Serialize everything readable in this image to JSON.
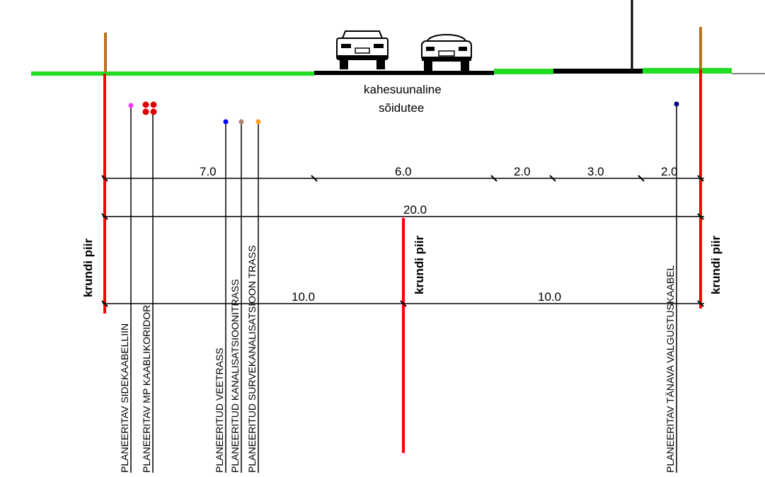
{
  "road": {
    "label_line1": "kahesuunaline",
    "label_line2": "sõidutee"
  },
  "dimensions": {
    "row1": [
      "7.0",
      "6.0",
      "2.0",
      "3.0",
      "2.0"
    ],
    "row2": [
      "20.0"
    ],
    "row3": [
      "10.0",
      "10.0"
    ]
  },
  "boundary": {
    "left": "krundi piir",
    "center": "krundi piir",
    "right": "krundi piir"
  },
  "utilities": [
    {
      "label": "PLANEERITAV SIDEKAABELLIIN",
      "color": "#ff33ff"
    },
    {
      "label": "PLANEERITAV MP KAABLIKORIDOR",
      "color": "#dd0000"
    },
    {
      "label": "PLANEERITUD VEETRASS",
      "color": "#0000ff"
    },
    {
      "label": "PLANEERITUD KANALISATSIOONITRASS",
      "color": "#b08070"
    },
    {
      "label": "PLANEERITUD SURVEKANALISATSIOON TRASS",
      "color": "#ffa020"
    },
    {
      "label": "PLANEERITAV TÄNAVA VALGUSTUSKAABEL",
      "color": "#000080"
    }
  ],
  "colors": {
    "boundary": "#ff0000",
    "grass": "#22dd22",
    "pole": "#b86f1e",
    "asphalt": "#000000"
  }
}
